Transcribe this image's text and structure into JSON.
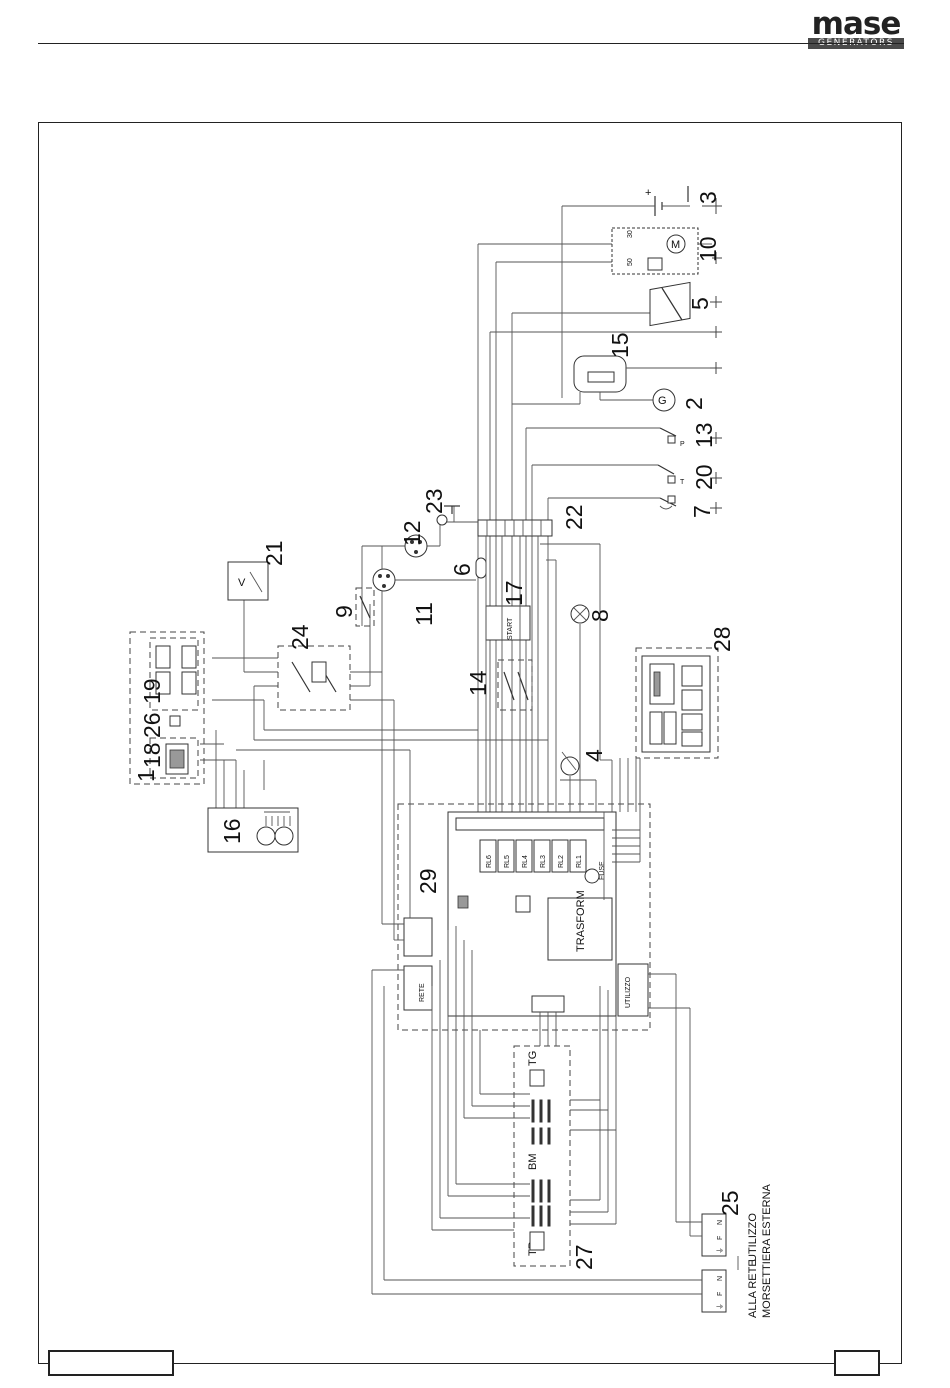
{
  "brand": {
    "name": "mase",
    "tagline": "GENERATORS"
  },
  "diagram": {
    "component_numbers": [
      "1",
      "2",
      "3",
      "4",
      "5",
      "6",
      "7",
      "8",
      "9",
      "10",
      "11",
      "12",
      "13",
      "14",
      "15",
      "16",
      "17",
      "18",
      "19",
      "20",
      "21",
      "22",
      "23",
      "24",
      "25",
      "26",
      "27",
      "28",
      "29"
    ],
    "terminal_labels": {
      "battery_plus": "+",
      "starter_30": "30",
      "starter_50": "50",
      "motor": "M",
      "alternator": "G",
      "voltmeter": "V",
      "pressure_switch": "P",
      "temp_switch": "T",
      "rete": "RETE",
      "utilizzo": "UTILIZZO",
      "trasform": "TRASFORM",
      "relays": [
        "RL6",
        "RL5",
        "RL4",
        "RL3",
        "RL2",
        "RL1"
      ],
      "fuse": "FUSE",
      "start": "START",
      "tg": "TG",
      "bm": "BM",
      "tr": "TR",
      "fnq_out": [
        "F",
        "N",
        "⏚"
      ],
      "fnq_in": [
        "F",
        "N",
        "⏚"
      ]
    },
    "captions": {
      "utilizzo_out": "UTILIZZO",
      "alla_rete": "ALLA RETE",
      "morsettiera": "MORSETTIERA ESTERNA"
    }
  }
}
